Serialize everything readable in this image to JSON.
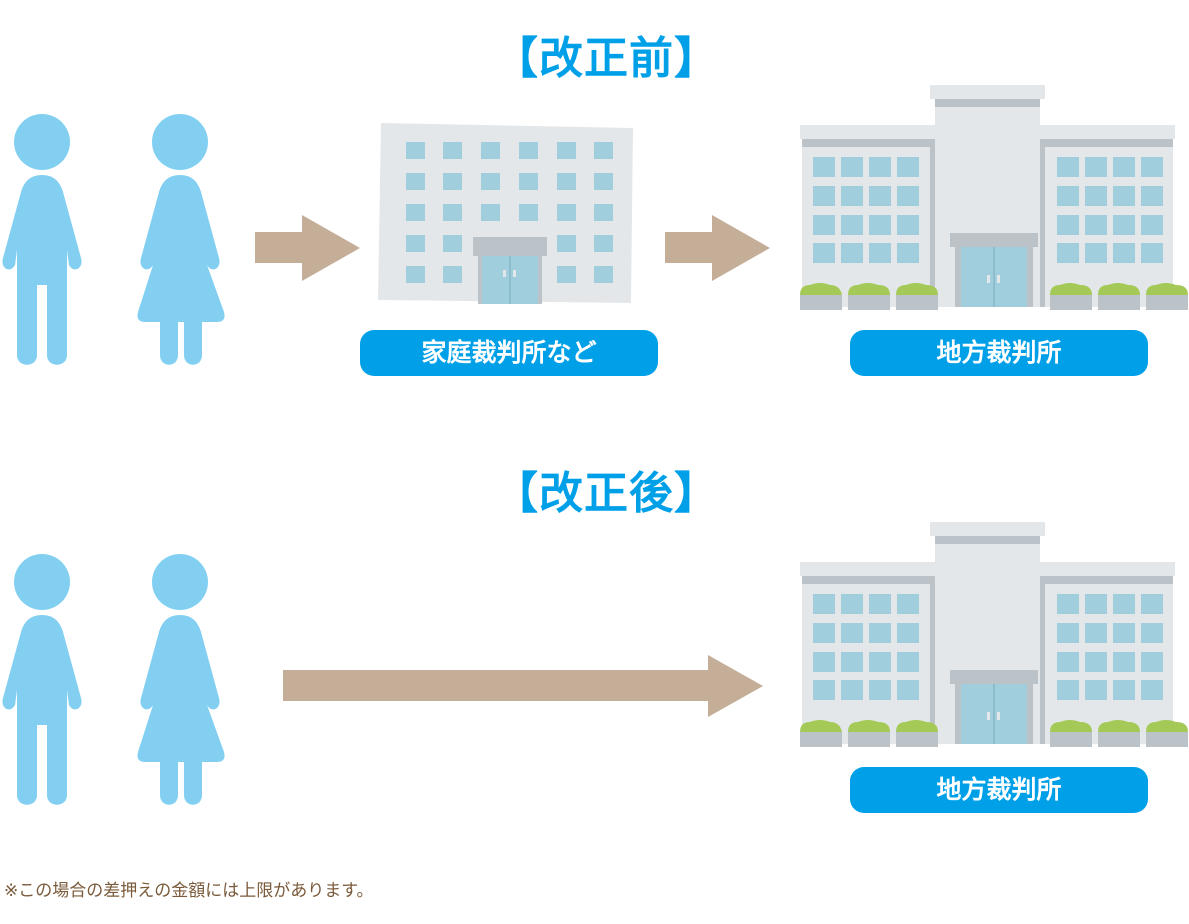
{
  "before": {
    "heading": "【改正前】",
    "labels": [
      "家庭裁判所など",
      "地方裁判所"
    ]
  },
  "after": {
    "heading": "【改正後】",
    "labels": [
      "地方裁判所"
    ]
  },
  "footnote": "※この場合の差押えの金額には上限があります。",
  "colors": {
    "accent": "#00a0e9",
    "person": "#82cff2",
    "arrow": "#c4ae98",
    "building": "#e4e7ea",
    "building_shadow": "#bcc3c8",
    "window": "#a0cedd",
    "shrub": "#a4c957",
    "note": "#7a5a3a"
  }
}
